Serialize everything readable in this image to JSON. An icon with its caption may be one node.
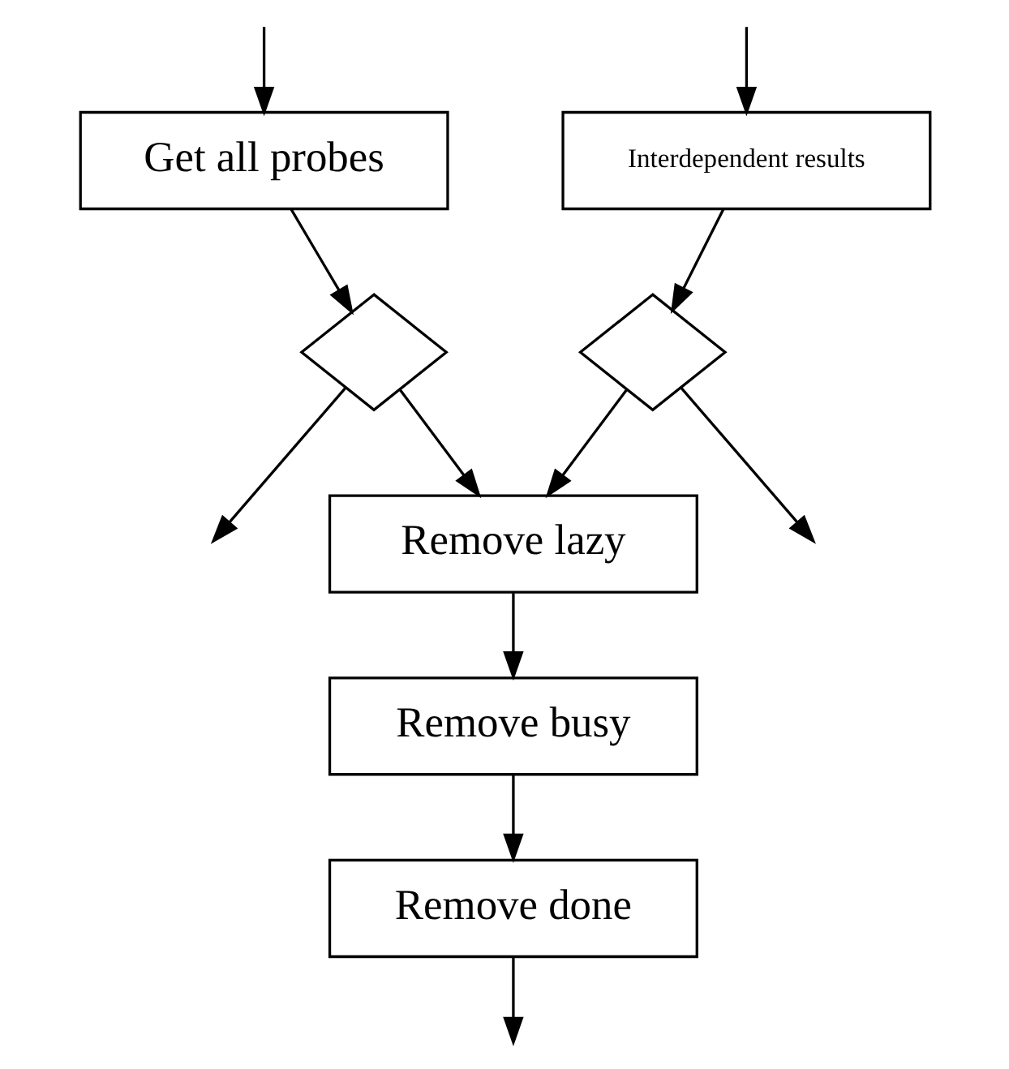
{
  "diagram": {
    "nodes": [
      {
        "text": [
          "Get all probes"
        ]
      },
      {
        "text": [
          "Interdependent results"
        ]
      },
      {
        "text": [],
        "shape": "diamond"
      },
      {
        "text": [],
        "shape": "diamond"
      },
      {
        "text": [
          "Remove lazy"
        ]
      },
      {
        "text": [
          "Remove busy"
        ]
      },
      {
        "text": [
          "Remove done"
        ]
      }
    ],
    "edges": [
      {
        "from": null,
        "to": 0,
        "arrow": "to"
      },
      {
        "from": null,
        "to": 1,
        "arrow": "to"
      },
      {
        "from": 0,
        "to": 2,
        "arrow": "to"
      },
      {
        "from": 1,
        "to": 3,
        "arrow": "to"
      },
      {
        "from": 2,
        "to": 4,
        "arrow": "to"
      },
      {
        "from": 3,
        "to": 4,
        "arrow": "to"
      },
      {
        "from": 4,
        "to": 5,
        "arrow": "to"
      },
      {
        "from": 5,
        "to": 6,
        "arrow": "to"
      },
      {
        "from": 2,
        "to": null,
        "arrow": "to"
      },
      {
        "from": 6,
        "to": null,
        "arrow": "to"
      },
      {
        "from": 3,
        "to": null,
        "arrow": "to"
      }
    ]
  }
}
